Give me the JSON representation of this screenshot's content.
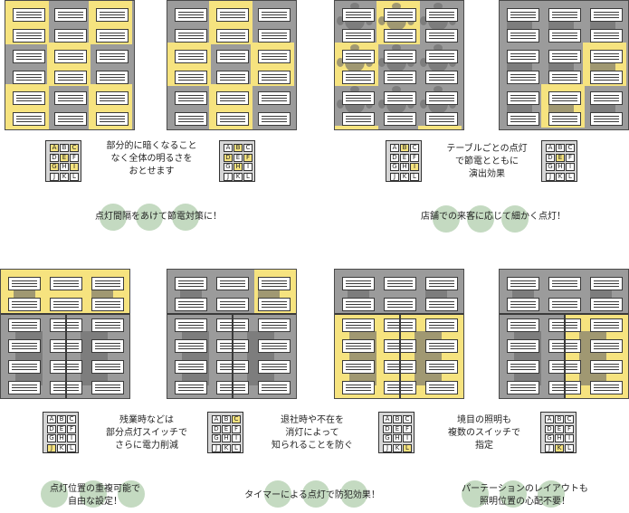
{
  "colors": {
    "lit": "#f6e37f",
    "dark": "#9b9b9b",
    "bubble": "#c4dac1",
    "furniture": "#6a6a6a"
  },
  "keypad_labels": [
    "A",
    "B",
    "C",
    "D",
    "E",
    "F",
    "G",
    "H",
    "I",
    "J",
    "K",
    "L"
  ],
  "top_left": {
    "desc": [
      "部分的に暗くなること",
      "なく全体の明るさを",
      "おとせます"
    ],
    "caption": "点灯間隔をあけて節電対策に！",
    "panel1": {
      "lit_cells": [
        0,
        2,
        4,
        6,
        8,
        9,
        11
      ]
    },
    "panel2": {
      "lit_cells": [
        1,
        3,
        5,
        7,
        10
      ]
    },
    "keypad1": {
      "lit_keys": [
        "A",
        "C",
        "E",
        "G",
        "I"
      ]
    },
    "keypad2": {
      "lit_keys": [
        "B",
        "D",
        "F",
        "H"
      ]
    }
  },
  "top_right": {
    "desc": [
      "テーブルごとの点灯",
      "で節電とともに",
      "演出効果"
    ],
    "caption": "店舗での来客に応じて細かく点灯！",
    "panel1": {
      "lit_cells": [
        1,
        3,
        9,
        11
      ]
    },
    "panel2": {
      "lit_cells": [
        5,
        7
      ]
    },
    "keypad1": {
      "lit_keys": [
        "B",
        "I"
      ]
    },
    "keypad2": {
      "lit_keys": [
        "E"
      ]
    }
  },
  "bottom": [
    {
      "desc": [
        "残業時などは",
        "部分点灯スイッチで",
        "さらに電力削減"
      ],
      "lit_keys": [
        "J"
      ]
    },
    {
      "desc": [
        "退社時や不在を",
        "消灯によって",
        "知られることを防ぐ"
      ],
      "lit_keys": [
        "C"
      ]
    },
    {
      "desc": [
        "境目の照明も",
        "複数のスイッチで",
        "指定"
      ],
      "lit_keys": [
        "L"
      ]
    },
    {
      "desc": [],
      "lit_keys": [
        "K"
      ]
    }
  ],
  "bottom_captions": {
    "c1": [
      "点灯位置の重複可能で",
      "自由な設定！"
    ],
    "c2": "タイマーによる点灯で防犯効果！",
    "c3": [
      "パーテーションのレイアウトも",
      "照明位置の心配不要！"
    ]
  }
}
